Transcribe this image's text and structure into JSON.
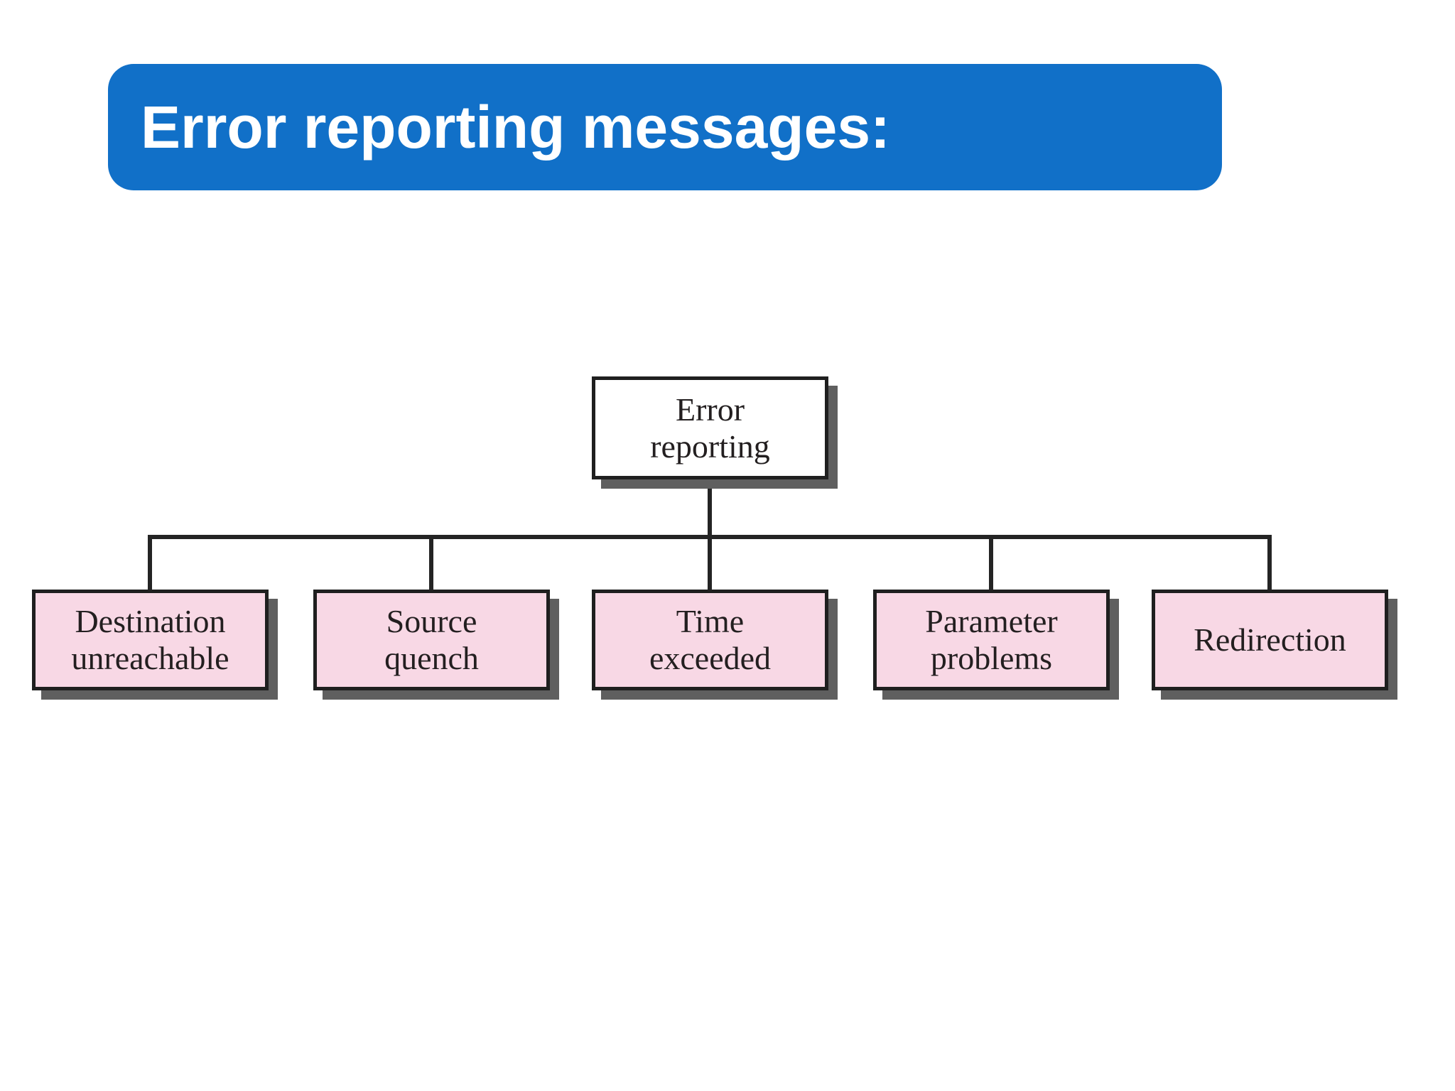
{
  "slide": {
    "title": "Error reporting messages:"
  },
  "colors": {
    "background": "#ffffff",
    "title-bg": "#1170c8",
    "title-text": "#ffffff",
    "node-pink": "#f8d8e5",
    "node-white": "#ffffff",
    "node-border": "#1f1f1f",
    "node-text": "#231f20",
    "connector": "#242424",
    "shadow": "#5f5f5f"
  },
  "diagram": {
    "root": {
      "label": "Error\nreporting"
    },
    "children": [
      {
        "label": "Destination\nunreachable"
      },
      {
        "label": "Source\nquench"
      },
      {
        "label": "Time\nexceeded"
      },
      {
        "label": "Parameter\nproblems"
      },
      {
        "label": "Redirection"
      }
    ]
  }
}
